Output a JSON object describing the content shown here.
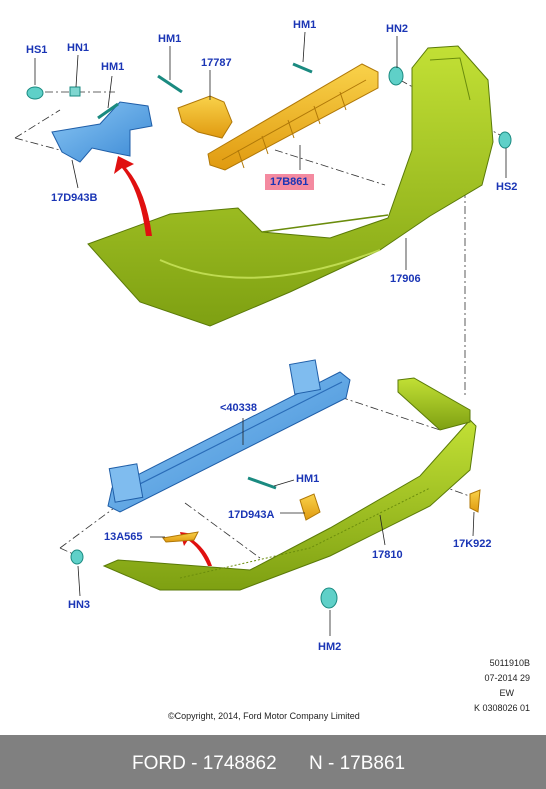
{
  "labels": {
    "hs1": "HS1",
    "hn1_top": "HN1",
    "hm1_left": "HM1",
    "hm1_mid": "HM1",
    "hm1_right": "HM1",
    "part_17787": "17787",
    "hn2": "HN2",
    "part_17d943b": "17D943B",
    "part_17b861": "17B861",
    "hs2": "HS2",
    "part_17906": "17906",
    "part_40338": "<40338",
    "hm1_lower": "HM1",
    "part_17d943a": "17D943A",
    "part_13a565": "13A565",
    "part_17810": "17810",
    "part_17k922": "17K922",
    "hn3": "HN3",
    "hm2": "HM2"
  },
  "meta": {
    "line1": "5011910B",
    "line2": "07-2014 29",
    "line3": "EW",
    "line4": "K 0308026 01"
  },
  "copyright": "©Copyright, 2014, Ford Motor Company Limited",
  "footer": {
    "part_number": "FORD - 1748862",
    "reference": "N - 17B861"
  },
  "colors": {
    "label_text": "#1a35b5",
    "bumper_green": "#9bc21a",
    "bracket_blue": "#5ba8e8",
    "absorber_yellow": "#f2b21a",
    "arrow_red": "#e01010",
    "highlight": "#f48aa0",
    "footer_bg": "#808080"
  }
}
